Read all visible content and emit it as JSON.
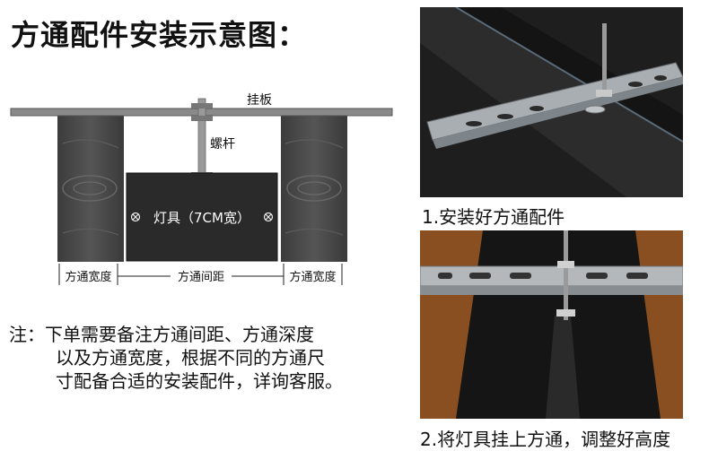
{
  "title": "方通配件安装示意图：",
  "diagram": {
    "hanging_plate": "挂板",
    "screw_rod": "螺杆",
    "lamp": "灯具（7CM宽）",
    "fangtong_width_left": "方通宽度",
    "fangtong_spacing": "方通间距",
    "fangtong_width_right": "方通宽度"
  },
  "note": {
    "prefix": "注：",
    "line1": "下单需要备注方通间距、方通深度",
    "line2": "以及方通宽度，根据不同的方通尺",
    "line3": "寸配备合适的安装配件，详询客服。"
  },
  "photos": {
    "caption1": "1.安装好方通配件",
    "caption2": "2.将灯具挂上方通，调整好高度"
  }
}
